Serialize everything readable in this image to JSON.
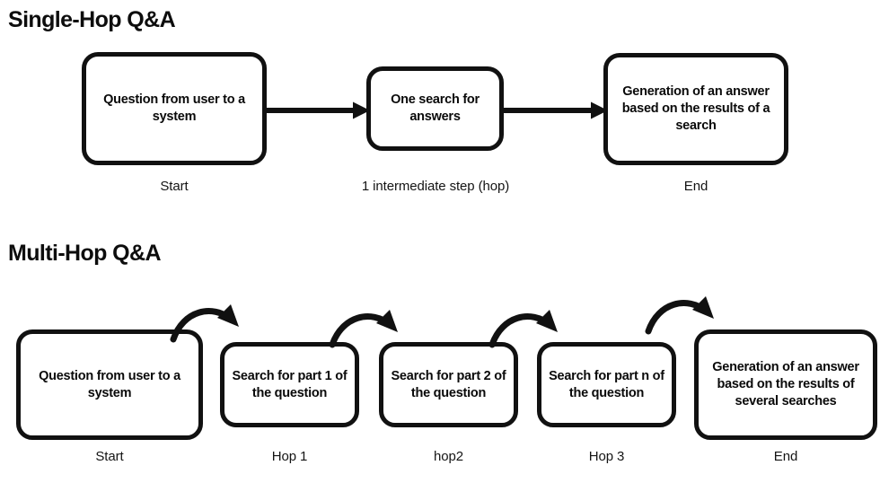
{
  "sections": [
    {
      "title": "Single-Hop Q&A",
      "nodes": [
        {
          "label": "Question from user to a system",
          "caption": "Start"
        },
        {
          "label": "One search for answers",
          "caption": "1 intermediate step (hop)"
        },
        {
          "label": "Generation of an answer based on the results of a search",
          "caption": "End"
        }
      ],
      "connectors": [
        {
          "kind": "straight-arrow",
          "from": "Question from user to a system",
          "to": "One search for answers"
        },
        {
          "kind": "straight-arrow",
          "from": "One search for answers",
          "to": "Generation of an answer based on the results of a search"
        }
      ]
    },
    {
      "title": "Multi-Hop Q&A",
      "nodes": [
        {
          "label": "Question from user to a system",
          "caption": "Start"
        },
        {
          "label": "Search for part 1 of the question",
          "caption": "Hop 1"
        },
        {
          "label": "Search for part 2 of the question",
          "caption": "hop2"
        },
        {
          "label": "Search for part n of the question",
          "caption": "Hop 3"
        },
        {
          "label": "Generation of an answer based on the results of several searches",
          "caption": "End"
        }
      ],
      "connectors": [
        {
          "kind": "curved-arrow",
          "from": "Question from user to a system",
          "to": "Search for part 1 of the question"
        },
        {
          "kind": "curved-arrow",
          "from": "Search for part 1 of the question",
          "to": "Search for part 2 of the question"
        },
        {
          "kind": "curved-arrow",
          "from": "Search for part 2 of the question",
          "to": "Search for part n of the question"
        },
        {
          "kind": "curved-arrow",
          "from": "Search for part n of the question",
          "to": "Generation of an answer based on the results of several searches"
        }
      ]
    }
  ],
  "colors": {
    "stroke": "#111111",
    "background": "#ffffff",
    "title": "#0d0d0d",
    "caption": "#141414"
  }
}
